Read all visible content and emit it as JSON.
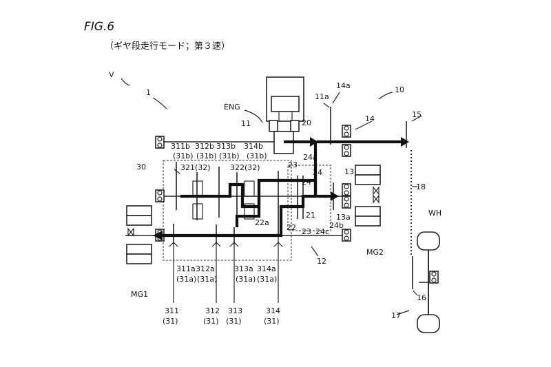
{
  "figure": {
    "title": "FIG.6",
    "subtitle": "（ギヤ段走行モード；第３速）"
  },
  "labels": {
    "V": "V",
    "n1": "1",
    "n10": "10",
    "n11": "11",
    "n11a": "11a",
    "n14a": "14a",
    "n14": "14",
    "n15": "15",
    "n18": "18",
    "n13": "13",
    "n13a": "13a",
    "n20": "20",
    "n21": "21",
    "n22": "22",
    "n22a": "22a",
    "n23a": "23",
    "n23b": "23",
    "n24a_1": "24a",
    "n24_1": "24",
    "n24_2": "24",
    "n24b": "24b",
    "n24c": "24c",
    "n30": "30",
    "n12": "12",
    "n16": "16",
    "n17": "17",
    "ENG": "ENG",
    "MG1": "MG1",
    "MG2": "MG2",
    "WH": "WH",
    "top_311b": "311b",
    "top_312b": "312b",
    "top_313b": "313b",
    "top_314b": "314b",
    "top_31b_1": "(31b)",
    "top_31b_2": "(31b)",
    "top_31b_3": "(31b)",
    "top_31b_4": "(31b)",
    "n321": "321(32)",
    "n322": "322(32)",
    "bot_311a": "311a",
    "bot_312a": "312a",
    "bot_313a": "313a",
    "bot_314a": "314a",
    "bot_31a_1": "(31a)",
    "bot_31a_2": "(31a)",
    "bot_31a_3": "(31a)",
    "bot_31a_4": "(31a)",
    "b311": "311",
    "b312": "312",
    "b313": "313",
    "b314": "314",
    "b31_1": "(31)",
    "b31_2": "(31)",
    "b31_3": "(31)",
    "b31_4": "(31)"
  }
}
